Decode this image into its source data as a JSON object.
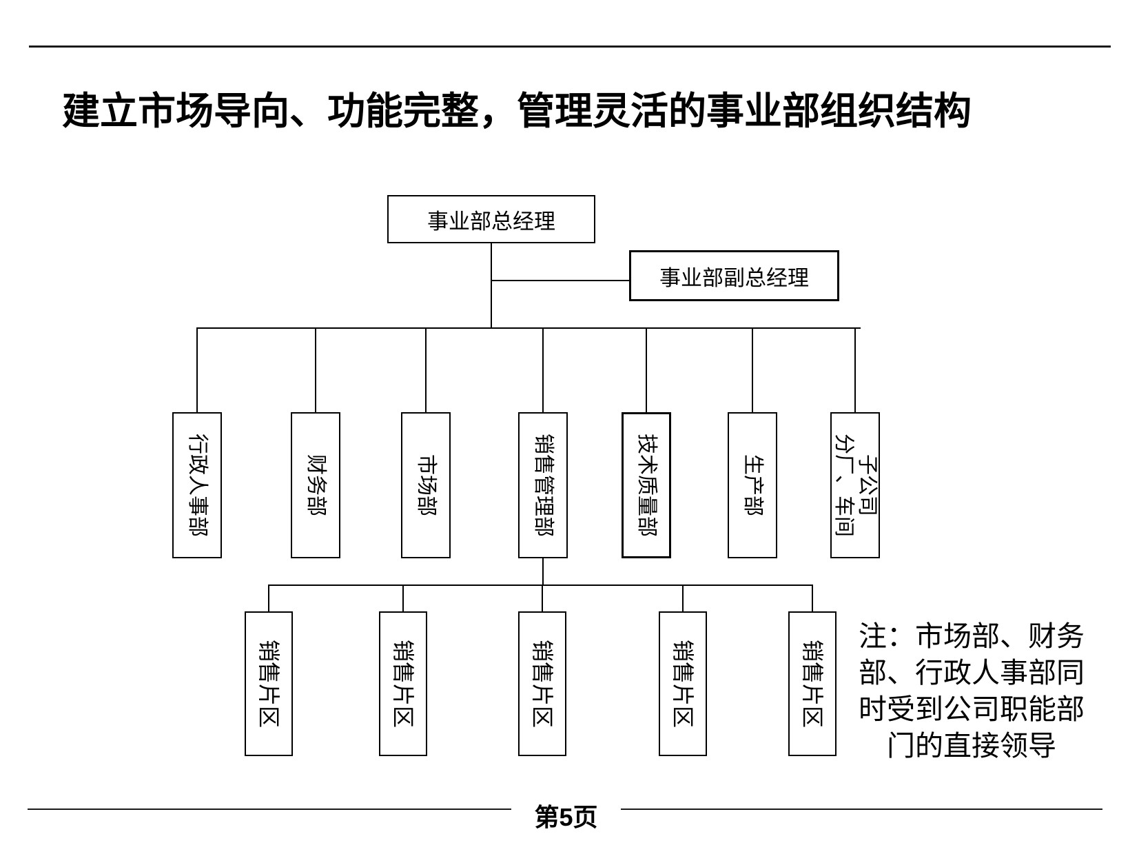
{
  "title": "建立市场导向、功能完整，管理灵活的事业部组织结构",
  "org_chart": {
    "root": {
      "label": "事业部总经理"
    },
    "deputy": {
      "label": "事业部副总经理"
    },
    "departments": [
      {
        "label": "行政人事部"
      },
      {
        "label": "财务部"
      },
      {
        "label": "市场部"
      },
      {
        "label": "销售管理部"
      },
      {
        "label": "技术质量部"
      },
      {
        "label": "生产部"
      },
      {
        "label": "子公司",
        "label_line2": "分厂、车间"
      }
    ],
    "sales_regions": [
      {
        "label": "销售片区"
      },
      {
        "label": "销售片区"
      },
      {
        "label": "销售片区"
      },
      {
        "label": "销售片区"
      },
      {
        "label": "销售片区"
      }
    ]
  },
  "note": {
    "lines": [
      "注：市场部、财务",
      "部、行政人事部同",
      "时受到公司职能部",
      "门的直接领导"
    ]
  },
  "footer": {
    "page_label": "第5页"
  },
  "colors": {
    "background": "#ffffff",
    "line": "#000000",
    "text": "#000000"
  }
}
